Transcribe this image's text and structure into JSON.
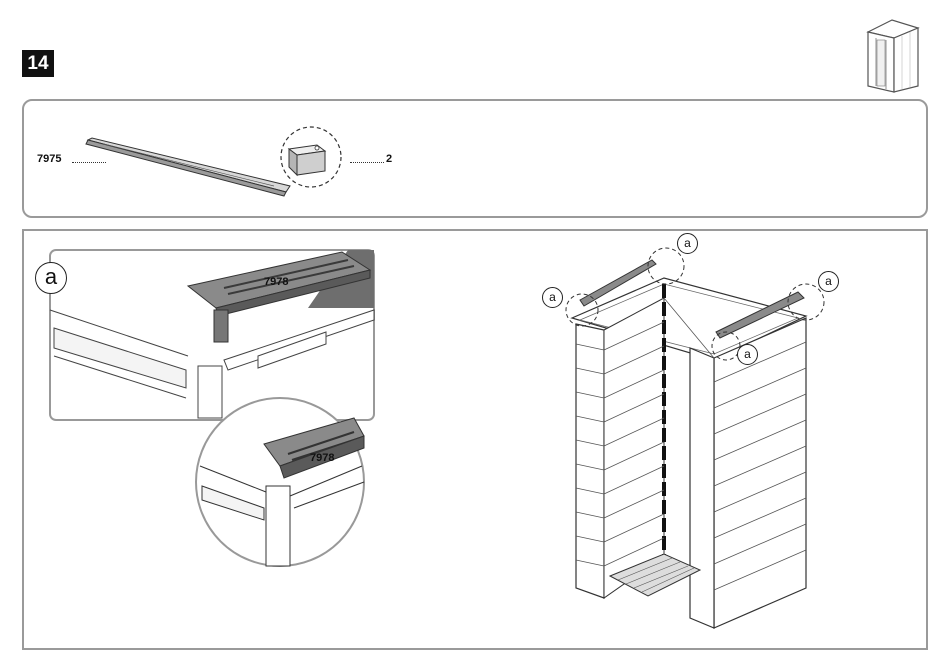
{
  "step": {
    "number": "14"
  },
  "parts": [
    {
      "code": "7975",
      "quantity": ""
    },
    {
      "code": "",
      "quantity": "2"
    }
  ],
  "detail": {
    "callout_letter": "a",
    "part_code_upper": "7978",
    "part_code_zoom": "7978"
  },
  "overview": {
    "callout_labels": [
      "a",
      "a",
      "a",
      "a"
    ]
  },
  "colors": {
    "frame": "#9a9a9a",
    "rail": "#7d7d7d",
    "badge": "#111111"
  }
}
